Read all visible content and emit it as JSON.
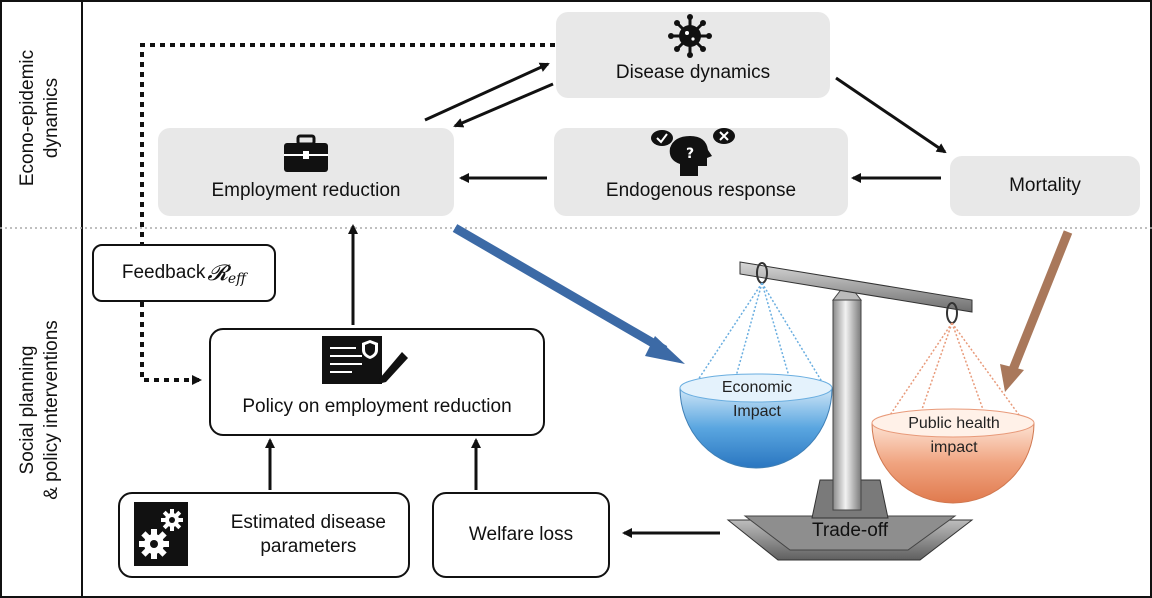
{
  "regions": {
    "top_label": "Econo-epidemic\ndynamics",
    "bottom_label": "Social planning\n& policy interventions"
  },
  "nodes": {
    "disease_dynamics": "Disease dynamics",
    "employment_reduction": "Employment reduction",
    "endogenous_response": "Endogenous response",
    "mortality": "Mortality",
    "feedback": "Feedback",
    "feedback_symbol": "𝓡",
    "feedback_subscript": "eff",
    "policy": "Policy on employment reduction",
    "estimated_params": "Estimated disease\nparameters",
    "welfare_loss": "Welfare loss"
  },
  "scale": {
    "left_pan": "Economic\nImpact",
    "right_pan": "Public health\nimpact",
    "base": "Trade-off"
  },
  "icons": [
    "virus-icon",
    "briefcase-icon",
    "thinking-head-icon",
    "policy-document-icon",
    "gears-icon",
    "balance-scale-icon"
  ],
  "colors": {
    "node_fill": "#e8e8e8",
    "economic_arrow": "#3c6aa6",
    "health_arrow": "#a9785b",
    "left_pan": "#5aa6e0",
    "right_pan": "#f0a480"
  }
}
